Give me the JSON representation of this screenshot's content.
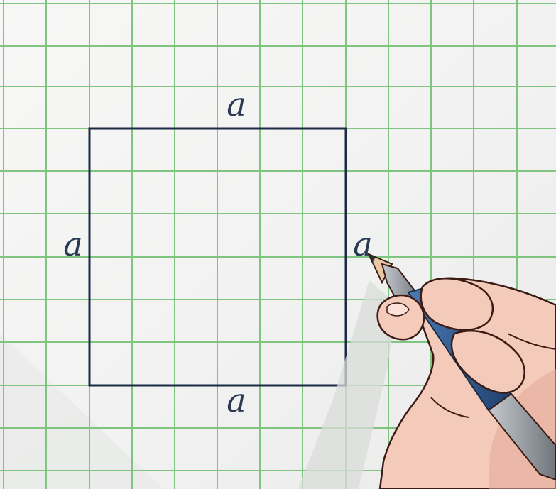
{
  "diagram": {
    "labels": {
      "top": "a",
      "left": "a",
      "right": "a",
      "bottom": "a"
    },
    "colors": {
      "paper": "#f4f5f4",
      "grid": "#7fc47f",
      "square": "#1c2b45",
      "label": "#2a3a52",
      "skin": "#f4cbbb",
      "skin_shadow": "#e3a795",
      "outline": "#3b1b14",
      "pen_body": "#9aa0a6",
      "pen_grip": "#2f5a8f"
    },
    "icons": [
      "hand-holding-pen",
      "pencil"
    ]
  }
}
